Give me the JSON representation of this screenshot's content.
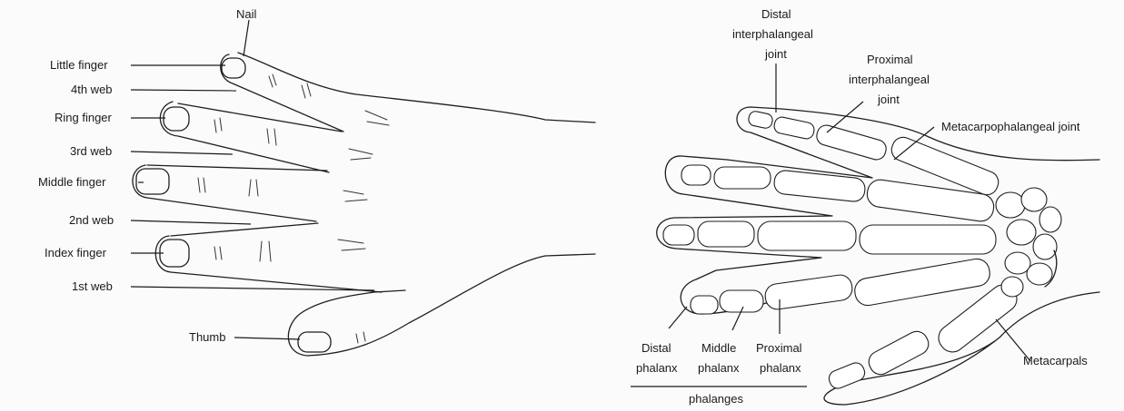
{
  "left_hand": {
    "labels": {
      "nail": "Nail",
      "little_finger": "Little finger",
      "web_4th": "4th web",
      "ring_finger": "Ring finger",
      "web_3rd": "3rd web",
      "middle_finger": "Middle finger",
      "web_2nd": "2nd web",
      "index_finger": "Index finger",
      "web_1st": "1st web",
      "thumb": "Thumb"
    }
  },
  "right_hand": {
    "labels": {
      "dip_line1": "Distal",
      "dip_line2": "interphalangeal",
      "dip_line3": "joint",
      "pip_line1": "Proximal",
      "pip_line2": "interphalangeal",
      "pip_line3": "joint",
      "mcp": "Metacarpophalangeal joint",
      "metacarpals": "Metacarpals",
      "distal_phalanx_line1": "Distal",
      "distal_phalanx_line2": "phalanx",
      "middle_phalanx_line1": "Middle",
      "middle_phalanx_line2": "phalanx",
      "proximal_phalanx_line1": "Proximal",
      "proximal_phalanx_line2": "phalanx",
      "phalanges": "phalanges"
    }
  }
}
